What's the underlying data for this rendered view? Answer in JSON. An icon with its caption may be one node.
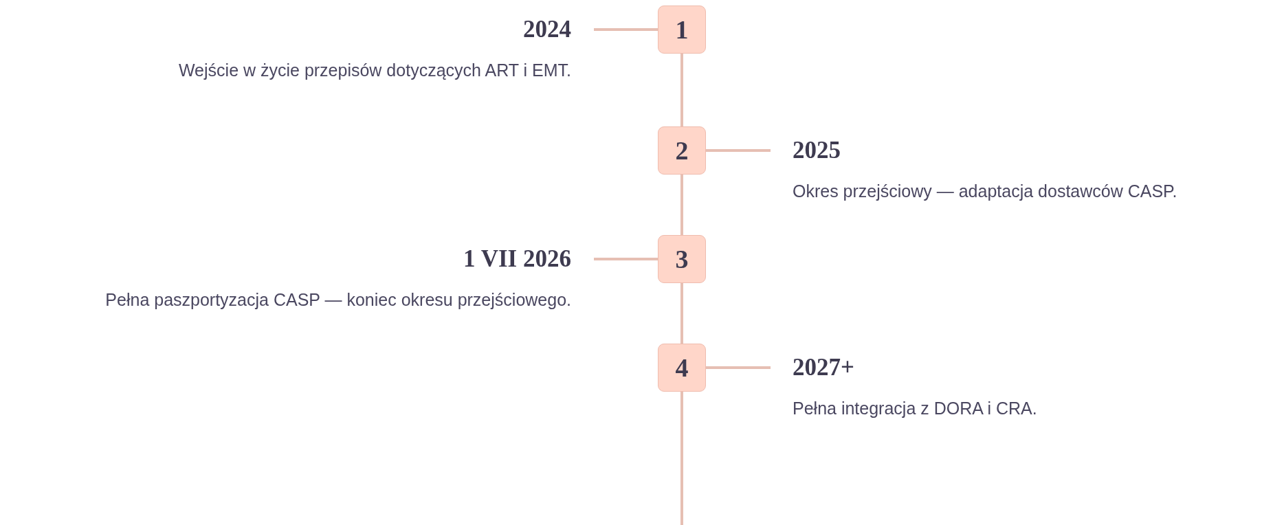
{
  "diagram": {
    "nodes": [
      {
        "text": [
          "2024",
          "Wejście w życie przepisów dotyczących ART i EMT."
        ]
      },
      {
        "text": [
          "1"
        ]
      },
      {
        "text": [
          "2"
        ]
      },
      {
        "text": [
          "2025",
          "Okres przejściowy — adaptacja dostawców CASP."
        ]
      },
      {
        "text": [
          "1 VII 2026",
          "Pełna paszportyzacja CASP — koniec okresu przejściowego."
        ]
      },
      {
        "text": [
          "3"
        ]
      },
      {
        "text": [
          "4"
        ]
      },
      {
        "text": [
          "2027+",
          "Pełna integracja z DORA i CRA."
        ]
      }
    ],
    "edges": [
      {
        "from": 0,
        "to": 1,
        "arrow": "none"
      },
      {
        "from": 1,
        "to": 2,
        "arrow": "none"
      },
      {
        "from": 2,
        "to": 3,
        "arrow": "none"
      },
      {
        "from": 2,
        "to": 5,
        "arrow": "none"
      },
      {
        "from": 4,
        "to": 5,
        "arrow": "none"
      },
      {
        "from": 5,
        "to": 6,
        "arrow": "none"
      },
      {
        "from": 6,
        "to": 7,
        "arrow": "none"
      },
      {
        "from": 6,
        "to": null,
        "arrow": "none"
      }
    ]
  }
}
